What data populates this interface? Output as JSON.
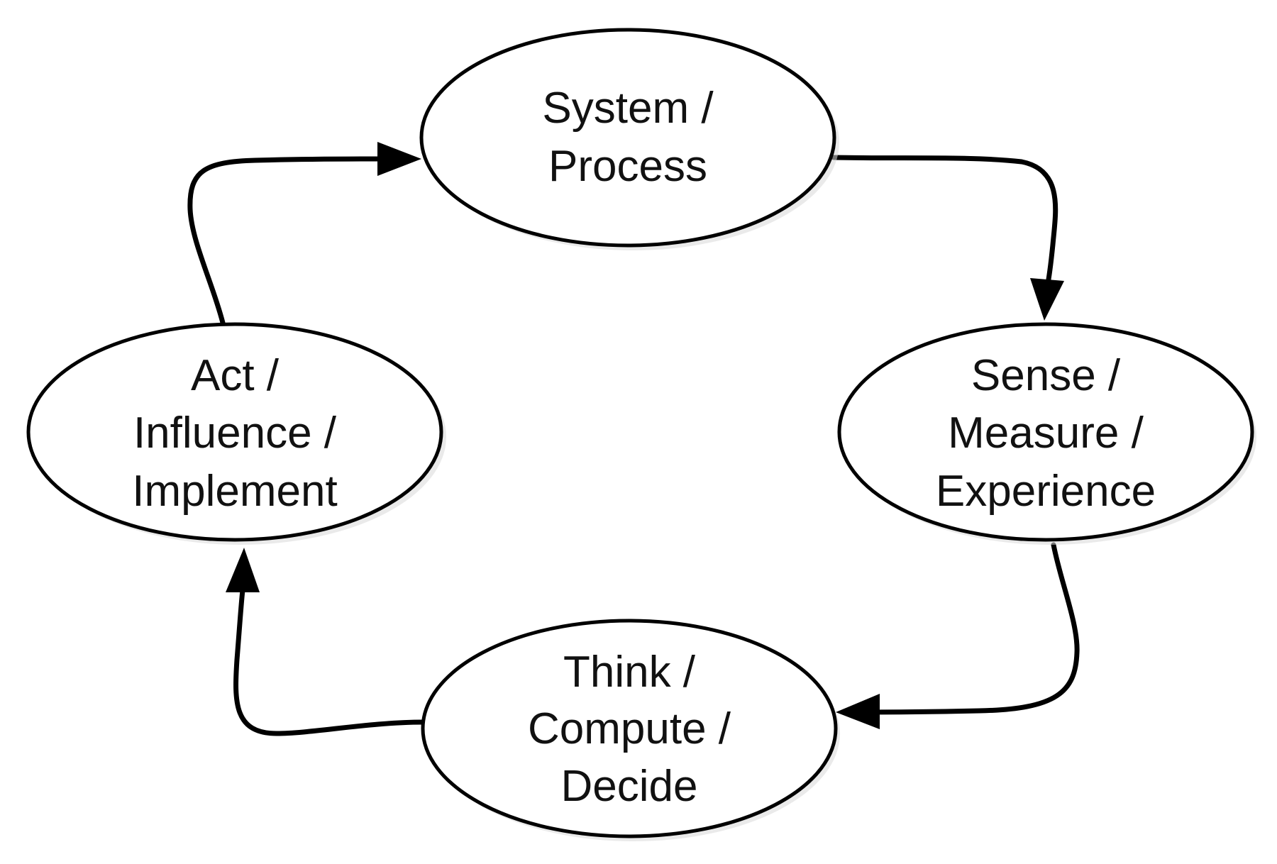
{
  "diagram": {
    "nodes": [
      {
        "id": "system-process",
        "lines": [
          "System /",
          "Process"
        ]
      },
      {
        "id": "sense-measure-experience",
        "lines": [
          "Sense /",
          "Measure /",
          "Experience"
        ]
      },
      {
        "id": "think-compute-decide",
        "lines": [
          "Think /",
          "Compute /",
          "Decide"
        ]
      },
      {
        "id": "act-influence-implement",
        "lines": [
          "Act /",
          "Influence /",
          "Implement"
        ]
      }
    ],
    "edges": [
      {
        "from": "system-process",
        "to": "sense-measure-experience"
      },
      {
        "from": "sense-measure-experience",
        "to": "think-compute-decide"
      },
      {
        "from": "think-compute-decide",
        "to": "act-influence-implement"
      },
      {
        "from": "act-influence-implement",
        "to": "system-process"
      }
    ]
  }
}
